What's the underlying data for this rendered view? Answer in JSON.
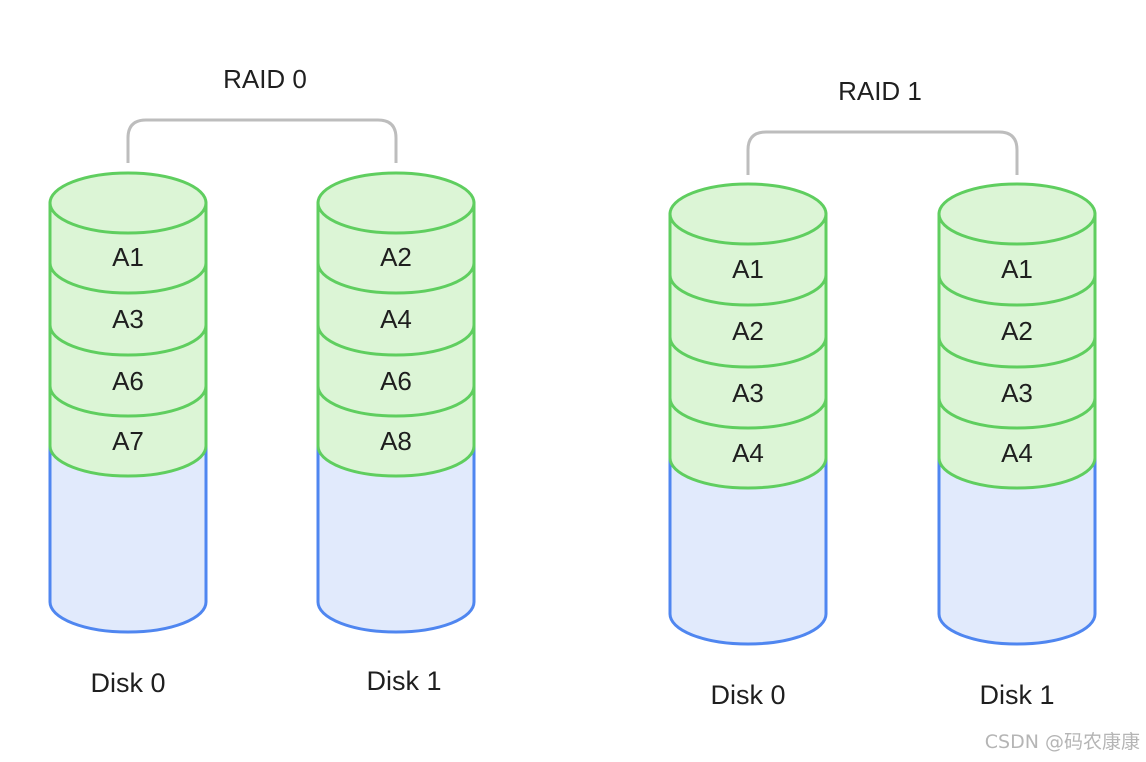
{
  "colors": {
    "data_fill": "#dcf5d6",
    "data_stroke": "#5fce5f",
    "empty_fill": "#e1eafc",
    "empty_stroke": "#4f86f0",
    "bracket": "#bdbdbd",
    "text": "#1f1f1f"
  },
  "groups": [
    {
      "title": "RAID 0",
      "disks": [
        {
          "label": "Disk 0",
          "blocks": [
            "A1",
            "A3",
            "A6",
            "A7"
          ]
        },
        {
          "label": "Disk 1",
          "blocks": [
            "A2",
            "A4",
            "A6",
            "A8"
          ]
        }
      ]
    },
    {
      "title": "RAID 1",
      "disks": [
        {
          "label": "Disk 0",
          "blocks": [
            "A1",
            "A2",
            "A3",
            "A4"
          ]
        },
        {
          "label": "Disk 1",
          "blocks": [
            "A1",
            "A2",
            "A3",
            "A4"
          ]
        }
      ]
    }
  ],
  "watermark": "CSDN @码农康康"
}
